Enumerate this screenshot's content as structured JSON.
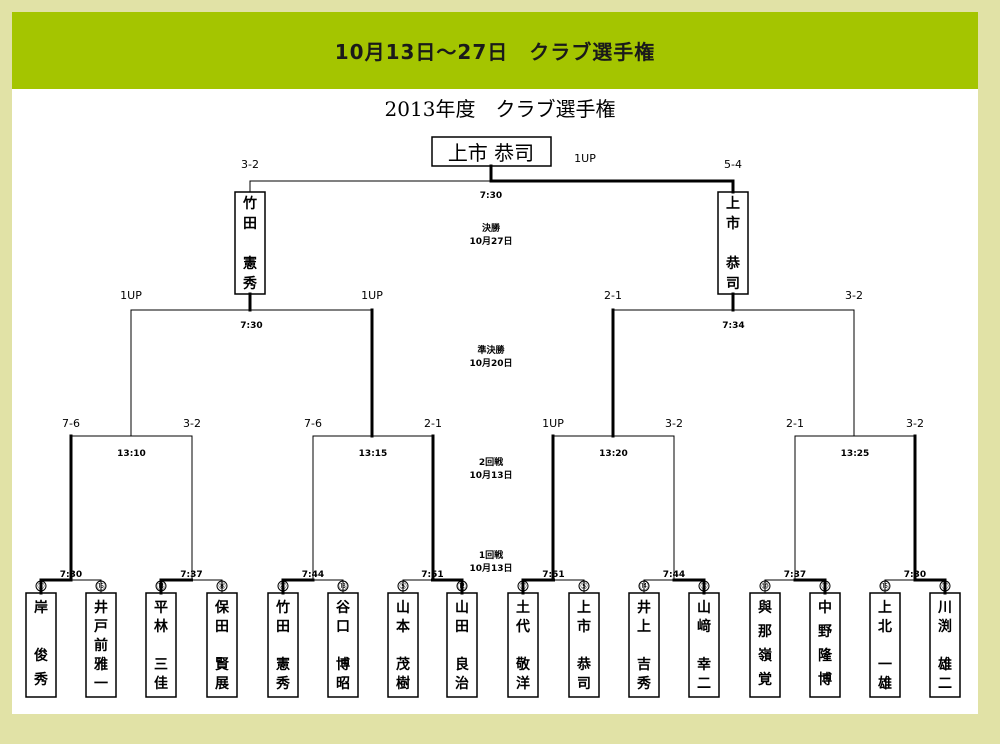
{
  "header": {
    "title": "10月13日～27日　クラブ選手権"
  },
  "diagram": {
    "title": "2013年度　クラブ選手権",
    "champion": "上市 恭司",
    "rounds": {
      "final": {
        "label": "決勝",
        "date": "10月27日"
      },
      "semi": {
        "label": "準決勝",
        "date": "10月20日"
      },
      "second": {
        "label": "2回戦",
        "date": "10月13日"
      },
      "first": {
        "label": "1回戦",
        "date": "10月13日"
      }
    },
    "players": [
      {
        "seed": "①",
        "name": "岸俊秀",
        "lines": [
          "岸",
          "",
          "俊",
          "秀"
        ]
      },
      {
        "seed": "⑯",
        "name": "井戸前雅一",
        "lines": [
          "井",
          "戸",
          "前",
          "雅",
          "一"
        ]
      },
      {
        "seed": "⑬",
        "name": "平林三佳",
        "lines": [
          "平",
          "林",
          "",
          "三",
          "佳"
        ]
      },
      {
        "seed": "⑧",
        "name": "保田賢展",
        "lines": [
          "保",
          "田",
          "",
          "賢",
          "展"
        ]
      },
      {
        "seed": "④",
        "name": "竹田憲秀",
        "lines": [
          "竹",
          "田",
          "",
          "憲",
          "秀"
        ]
      },
      {
        "seed": "⑬",
        "name": "谷口博昭",
        "lines": [
          "谷",
          "口",
          "",
          "博",
          "昭"
        ]
      },
      {
        "seed": "⑤",
        "name": "山本茂樹",
        "lines": [
          "山",
          "本",
          "",
          "茂",
          "樹"
        ]
      },
      {
        "seed": "⑫",
        "name": "山田良治",
        "lines": [
          "山",
          "田",
          "",
          "良",
          "治"
        ]
      },
      {
        "seed": "①",
        "name": "土代敬洋",
        "lines": [
          "土",
          "代",
          "",
          "敬",
          "洋"
        ]
      },
      {
        "seed": "⑤",
        "name": "上市恭司",
        "lines": [
          "上",
          "市",
          "",
          "恭",
          "司"
        ]
      },
      {
        "seed": "⑭",
        "name": "井上吉秀",
        "lines": [
          "井",
          "上",
          "",
          "吉",
          "秀"
        ]
      },
      {
        "seed": "③",
        "name": "山崎幸二",
        "lines": [
          "山",
          "﨑",
          "",
          "幸",
          "二"
        ]
      },
      {
        "seed": "⑩",
        "name": "與那嶺覚",
        "lines": [
          "與",
          "那",
          "嶺",
          "覚"
        ]
      },
      {
        "seed": "⑦",
        "name": "中野隆博",
        "lines": [
          "中",
          "野",
          "隆",
          "博"
        ]
      },
      {
        "seed": "⑮",
        "name": "上北一雄",
        "lines": [
          "上",
          "北",
          "",
          "一",
          "雄"
        ]
      },
      {
        "seed": "②",
        "name": "川渕雄二",
        "lines": [
          "川",
          "渕",
          "",
          "雄",
          "二"
        ]
      }
    ],
    "r1": [
      {
        "time": "7:30",
        "win": 0
      },
      {
        "time": "7:37",
        "win": 0
      },
      {
        "time": "7:44",
        "win": 0
      },
      {
        "time": "7:51",
        "win": 1
      },
      {
        "time": "7:51",
        "win": 0
      },
      {
        "time": "7:44",
        "win": 1
      },
      {
        "time": "7:37",
        "win": 1
      },
      {
        "time": "7:30",
        "win": 1
      }
    ],
    "r2": [
      {
        "time": "13:10",
        "scores": [
          "7-6",
          "3-2"
        ],
        "win": 0
      },
      {
        "time": "13:15",
        "scores": [
          "7-6",
          "2-1"
        ],
        "win": 1
      },
      {
        "time": "13:20",
        "scores": [
          "1UP",
          "3-2"
        ],
        "win": 0
      },
      {
        "time": "13:25",
        "scores": [
          "2-1",
          "3-2"
        ],
        "win": 1
      }
    ],
    "r3": [
      {
        "time": "7:30",
        "scores": [
          "1UP",
          "1UP"
        ],
        "win": 1,
        "winner_lines": [
          "竹",
          "田",
          "",
          "憲",
          "秀"
        ]
      },
      {
        "time": "7:34",
        "scores": [
          "2-1",
          "3-2"
        ],
        "win": 0,
        "winner_lines": [
          "上",
          "市",
          "",
          "恭",
          "司"
        ]
      }
    ],
    "final": {
      "time": "7:30",
      "scores": [
        "3-2",
        "5-4"
      ],
      "win": 1,
      "margin": "1UP"
    }
  }
}
